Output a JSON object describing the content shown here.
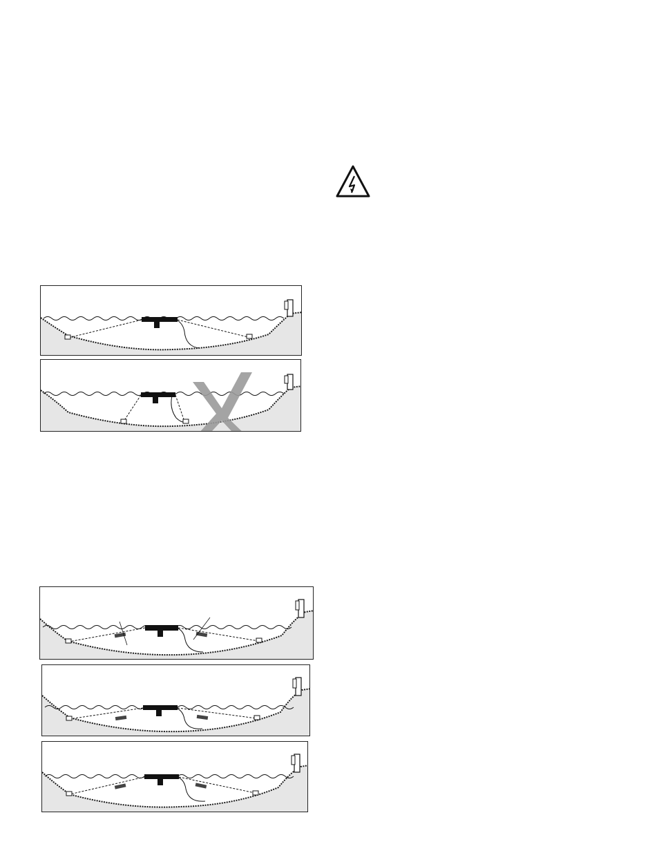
{
  "page": {
    "warning_icon": "electrical-hazard-icon",
    "figures": [
      {
        "id": "fig-correct-anchoring",
        "marker": "",
        "weights": false
      },
      {
        "id": "fig-incorrect-anchoring",
        "marker": "X",
        "weights": false
      },
      {
        "id": "fig-weighted-1",
        "marker": "",
        "weights": true
      },
      {
        "id": "fig-weighted-2",
        "marker": "",
        "weights": true
      },
      {
        "id": "fig-weighted-3",
        "marker": "",
        "weights": true
      }
    ],
    "colors": {
      "line": "#111111",
      "x_mark": "#9a9a9a",
      "ground": "#1a1a1a"
    }
  }
}
